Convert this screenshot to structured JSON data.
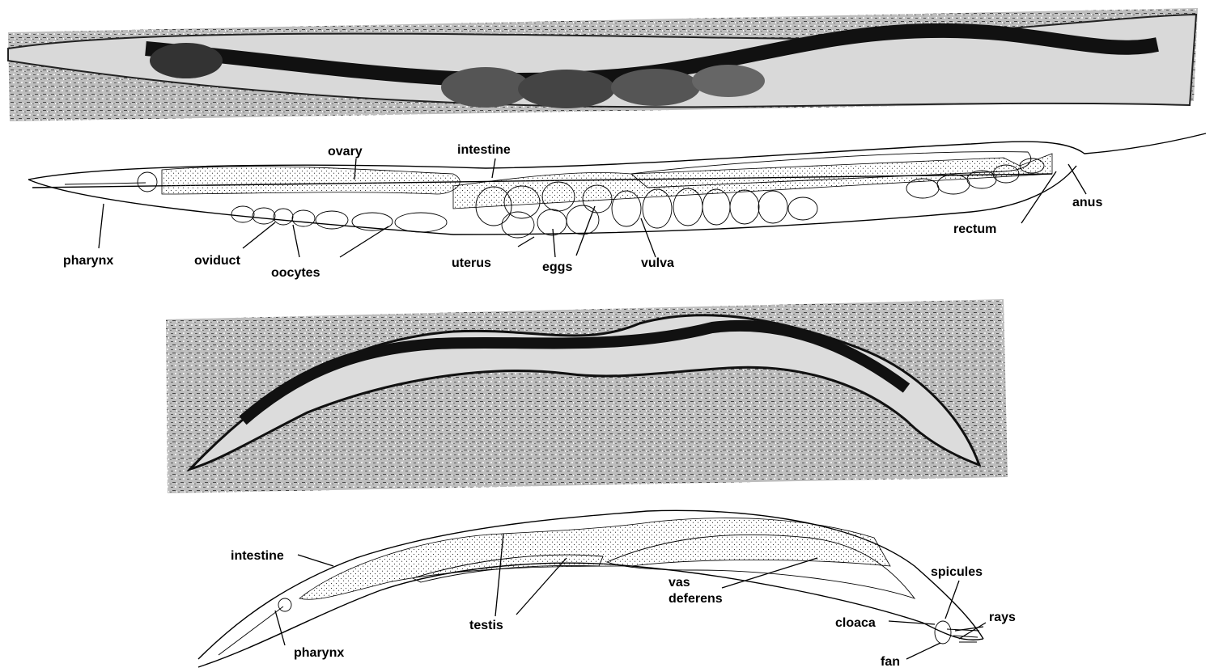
{
  "figure": {
    "panels": [
      {
        "id": "hermaphrodite-micrograph"
      },
      {
        "id": "hermaphrodite-diagram"
      },
      {
        "id": "male-micrograph"
      },
      {
        "id": "male-diagram"
      }
    ]
  },
  "labels": {
    "herm": {
      "ovary": "ovary",
      "intestine": "intestine",
      "pharynx": "pharynx",
      "oviduct": "oviduct",
      "oocytes": "oocytes",
      "uterus": "uterus",
      "eggs": "eggs",
      "vulva": "vulva",
      "rectum": "rectum",
      "anus": "anus"
    },
    "male": {
      "intestine": "intestine",
      "pharynx": "pharynx",
      "testis": "testis",
      "vas": "vas",
      "deferens": "deferens",
      "spicules": "spicules",
      "cloaca": "cloaca",
      "rays": "rays",
      "fan": "fan"
    }
  }
}
